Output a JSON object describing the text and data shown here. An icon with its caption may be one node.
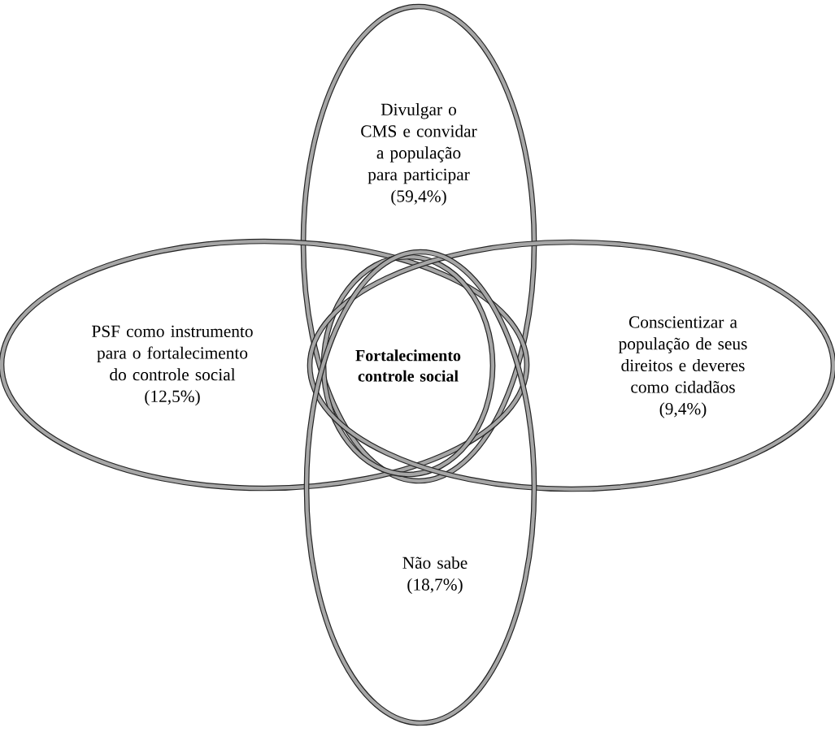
{
  "diagram": {
    "nodes": [
      {
        "text": [
          "Divulgar o CMS e convidar a população para participar",
          "(59,4%)"
        ]
      },
      {
        "text": [
          "PSF como instrumento para o fortalecimento do controle social",
          "(12,5%)"
        ]
      },
      {
        "text": [
          "Fortalecimento controle social"
        ]
      },
      {
        "text": [
          "Conscientizar a população de seus direitos e deveres como cidadãos",
          "(9,4%)"
        ]
      },
      {
        "text": [
          "Não sabe",
          "(18,7%)"
        ]
      }
    ]
  }
}
